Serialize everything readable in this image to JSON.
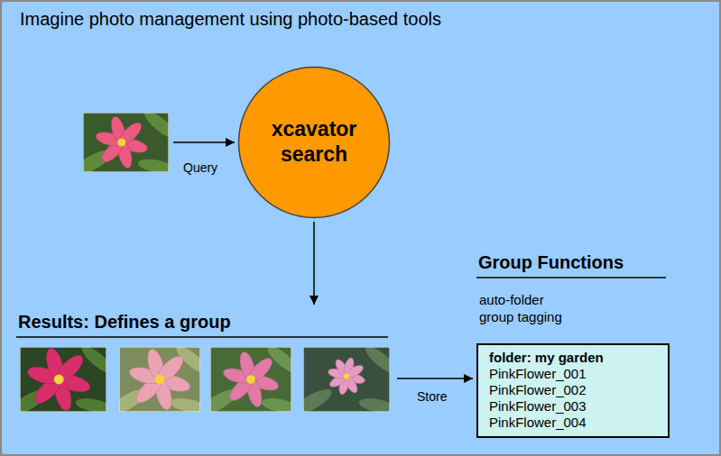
{
  "diagram": {
    "title": "Imagine photo management using photo-based tools",
    "nodes": [
      {
        "text": [
          "xcavator search"
        ]
      },
      {
        "text": [
          "folder: my garden",
          "PinkFlower_001",
          "PinkFlower_002",
          "PinkFlower_003",
          "PinkFlower_004"
        ]
      }
    ],
    "labels": [
      "Query",
      "Results: Defines a group",
      "Group Functions",
      "auto-folder",
      "group tagging",
      "Store"
    ]
  }
}
